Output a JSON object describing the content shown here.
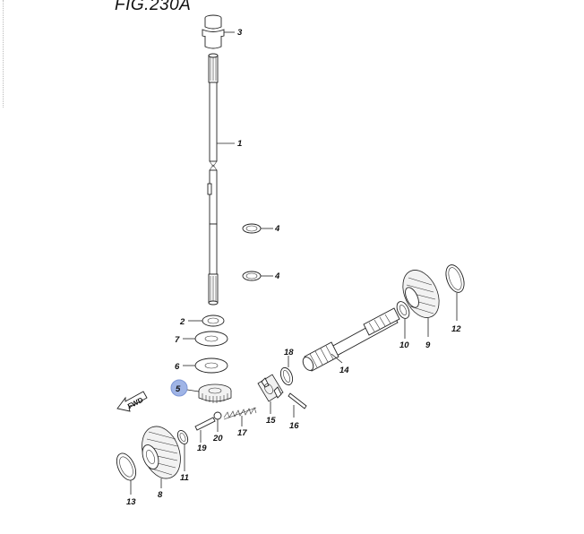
{
  "figure": {
    "title": "FIG.230A"
  },
  "direction_label": "FWD",
  "callouts": [
    {
      "id": "c3",
      "label": "3"
    },
    {
      "id": "c1",
      "label": "1"
    },
    {
      "id": "c4a",
      "label": "4"
    },
    {
      "id": "c4b",
      "label": "4"
    },
    {
      "id": "c2",
      "label": "2"
    },
    {
      "id": "c7",
      "label": "7"
    },
    {
      "id": "c6",
      "label": "6"
    },
    {
      "id": "c5",
      "label": "5",
      "highlighted": true
    },
    {
      "id": "c18",
      "label": "18"
    },
    {
      "id": "c14",
      "label": "14"
    },
    {
      "id": "c10",
      "label": "10"
    },
    {
      "id": "c9",
      "label": "9"
    },
    {
      "id": "c12",
      "label": "12"
    },
    {
      "id": "c15",
      "label": "15"
    },
    {
      "id": "c16",
      "label": "16"
    },
    {
      "id": "c17",
      "label": "17"
    },
    {
      "id": "c20",
      "label": "20"
    },
    {
      "id": "c19",
      "label": "19"
    },
    {
      "id": "c11",
      "label": "11"
    },
    {
      "id": "c8",
      "label": "8"
    },
    {
      "id": "c13",
      "label": "13"
    }
  ],
  "colors": {
    "highlight": "#9fb4e6",
    "line": "#222222"
  }
}
